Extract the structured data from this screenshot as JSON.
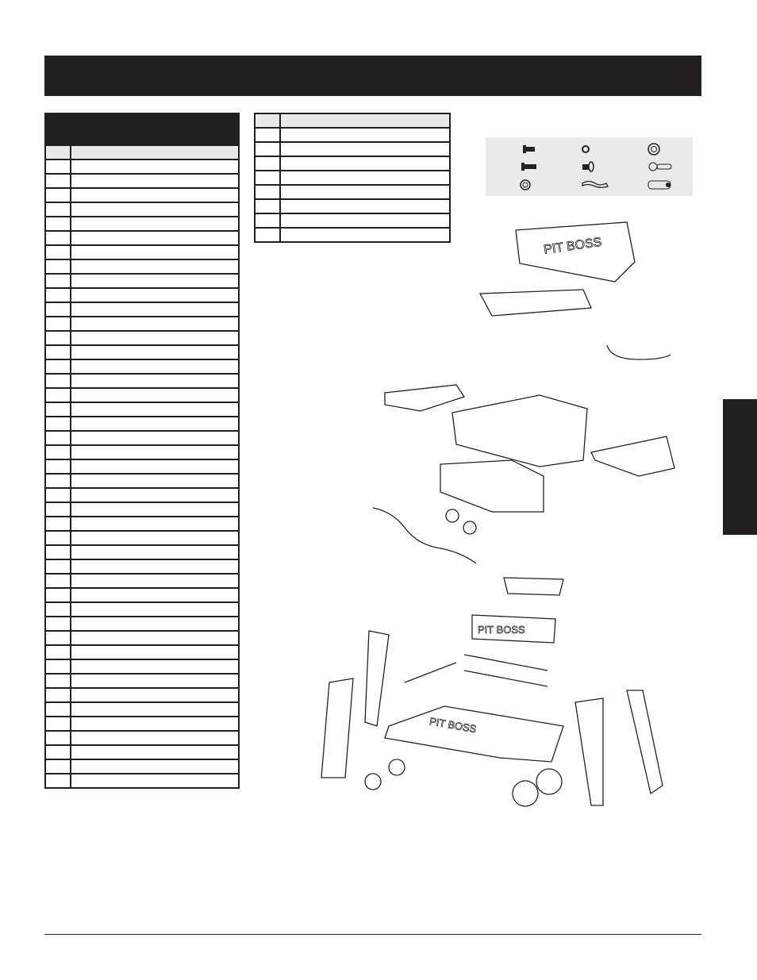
{
  "page": {
    "banner_title": "",
    "side_tab_label": ""
  },
  "parts_table": {
    "title": "",
    "rows": 44
  },
  "parts_table_continued": {
    "rows": 8
  },
  "hardware_icons": [
    "screw-short-icon",
    "nut-icon",
    "washer-large-icon",
    "screw-long-icon",
    "bolt-icon",
    "pin-icon",
    "washer-small-icon",
    "clip-icon",
    "sleeve-icon"
  ],
  "diagram": {
    "brand_logo": "PIT BOSS"
  }
}
